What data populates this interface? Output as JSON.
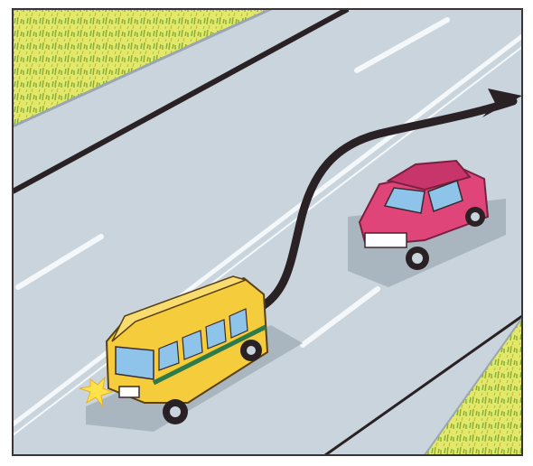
{
  "scene": {
    "maneuver": "overtaking",
    "vehicles": [
      "yellow-minibus",
      "pink-sedan"
    ],
    "colors": {
      "road": "#c9d4dc",
      "grass": "#e4e86a",
      "grass_dark": "#7fae3a",
      "minibus": "#f4cc3c",
      "minibus_stripe": "#2f7a4a",
      "car": "#e0457a",
      "car_roof": "#c8356a",
      "arrow": "#2a2125",
      "turn_signal": "#ffe24a",
      "lane_marking": "#f4f8fb"
    }
  }
}
